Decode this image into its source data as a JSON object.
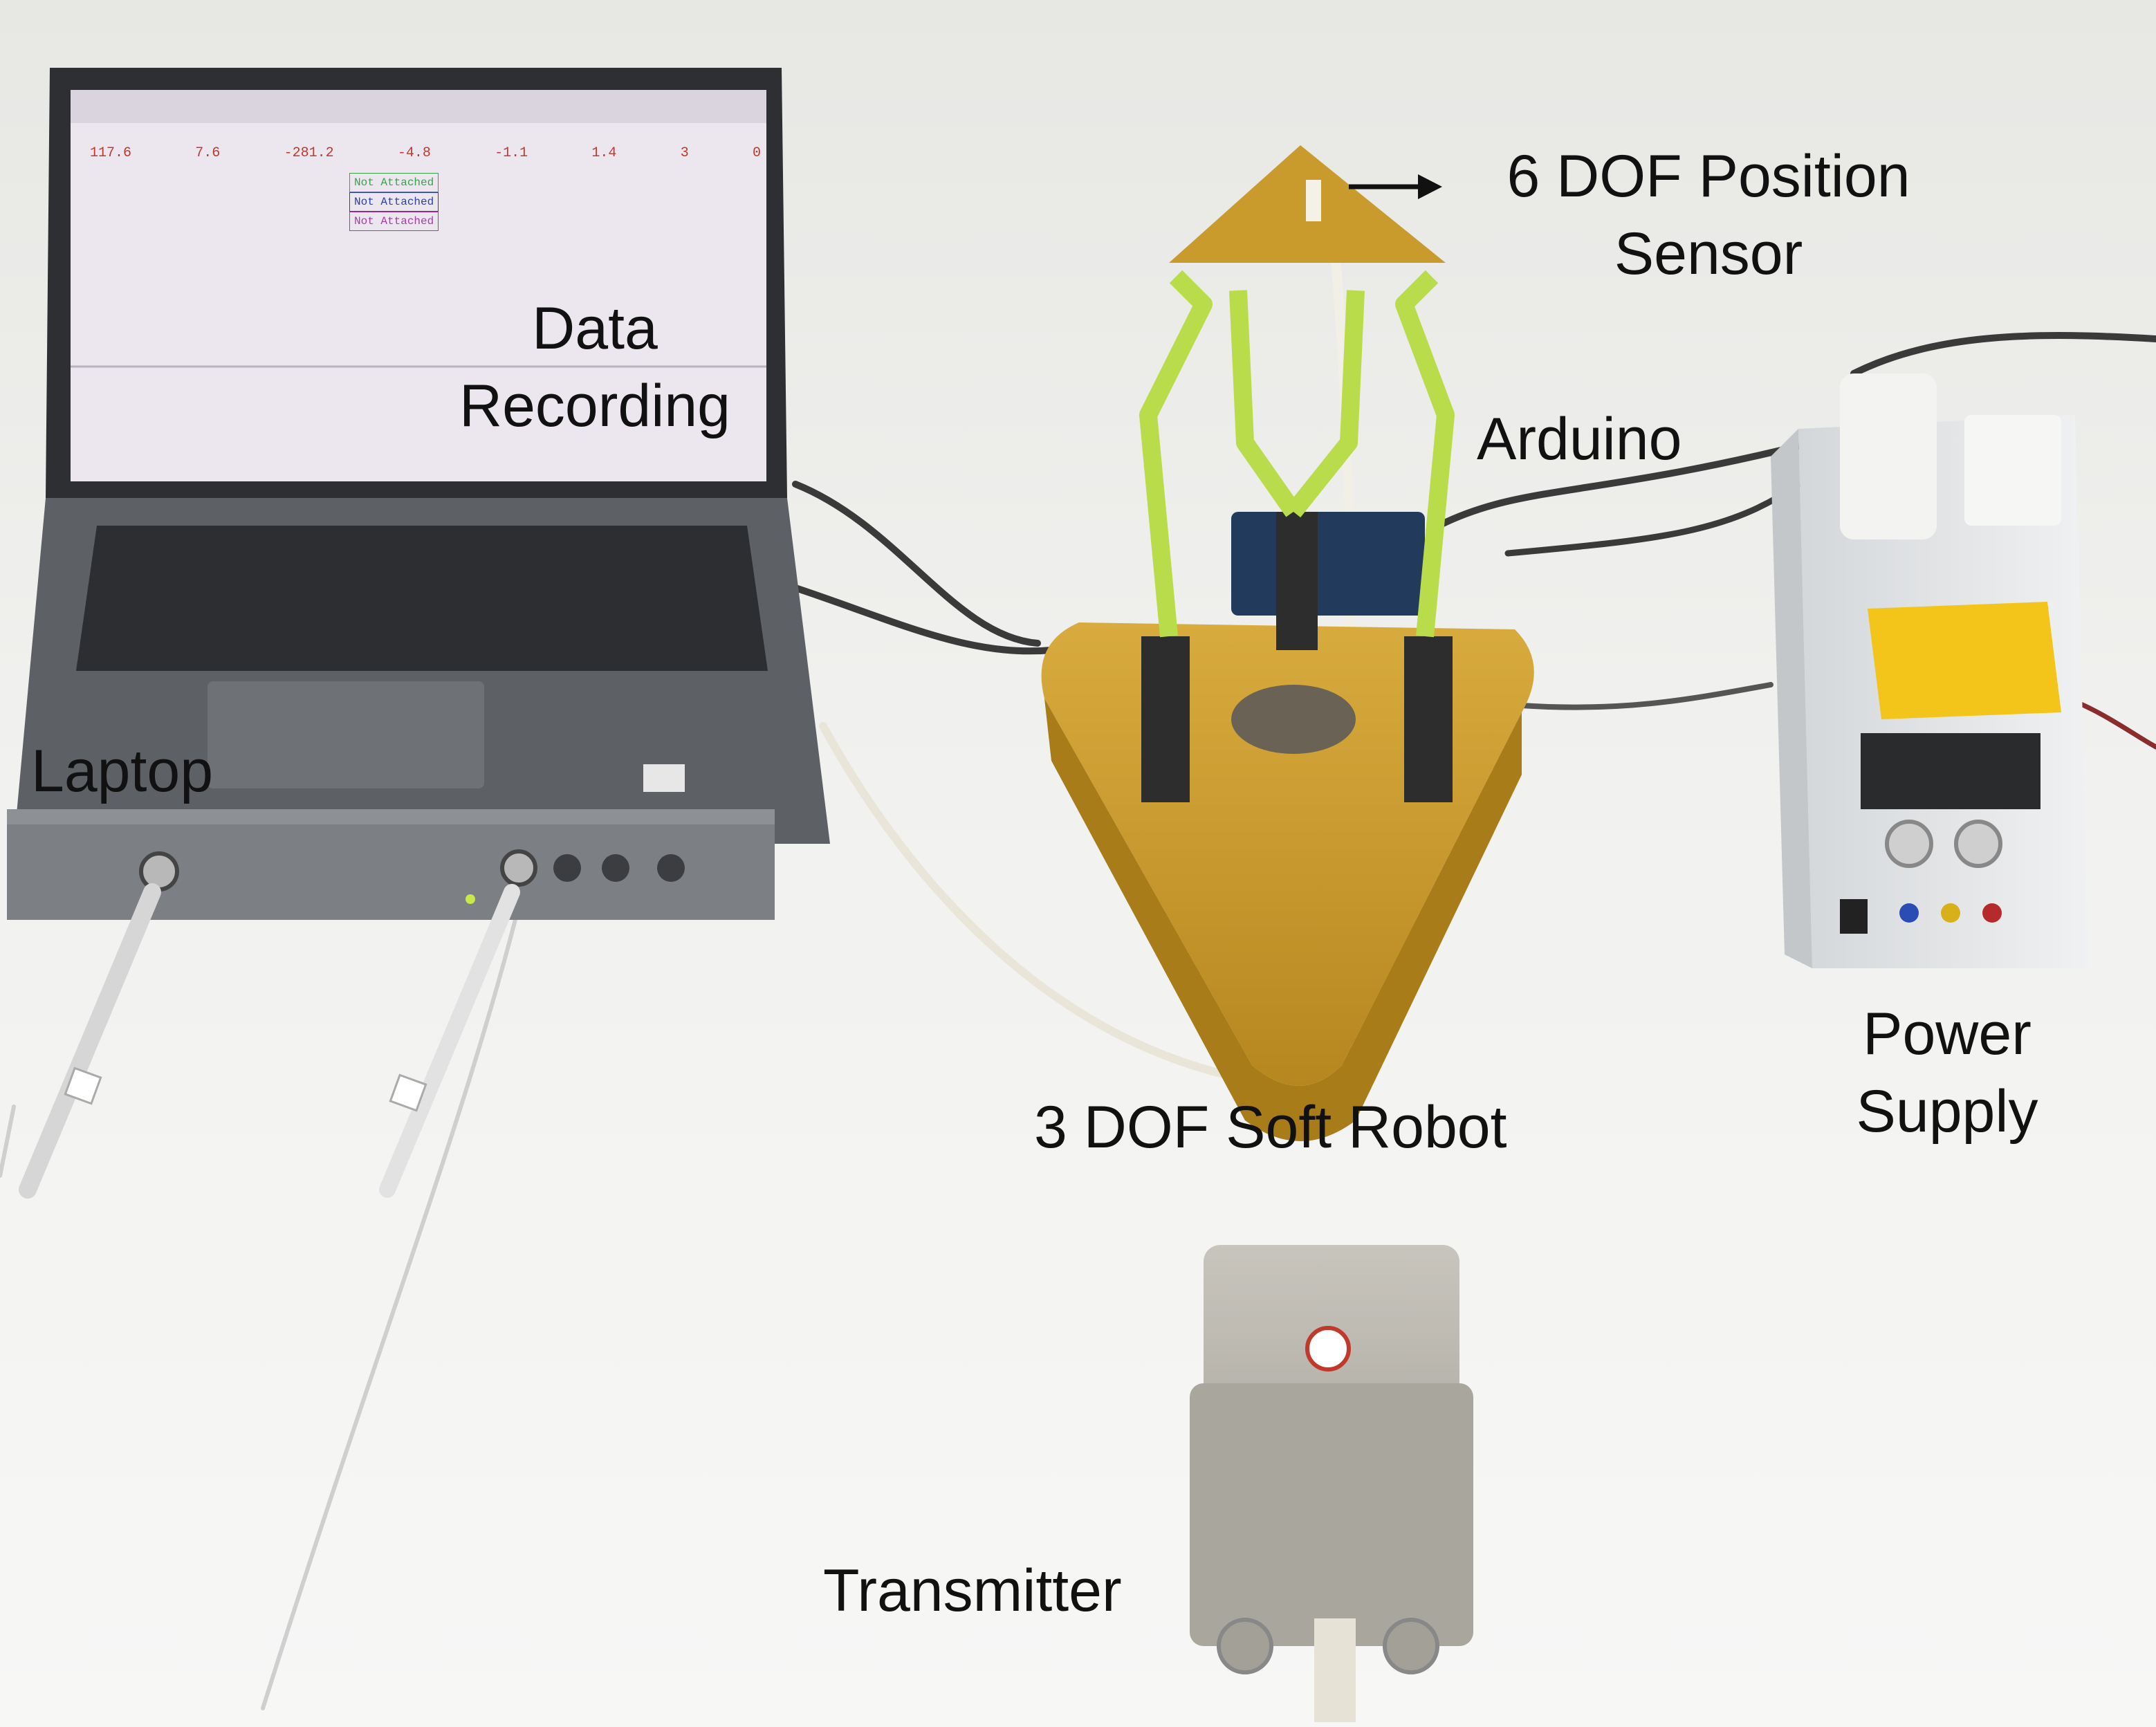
{
  "labels": {
    "laptop": "Laptop",
    "data_recording_line1": "Data",
    "data_recording_line2": "Recording",
    "position_sensor_line1": "6 DOF Position",
    "position_sensor_line2": "Sensor",
    "arduino": "Arduino",
    "soft_robot": "3 DOF Soft Robot",
    "power_supply_line1": "Power",
    "power_supply_line2": "Supply",
    "transmitter": "Transmitter"
  },
  "laptop_screen": {
    "readout_values": [
      "117.6",
      "7.6",
      "-281.2",
      "-4.8",
      "-1.1",
      "1.4",
      "3",
      "0"
    ],
    "sensor_status": [
      "Not Attached",
      "Not Attached",
      "Not Attached"
    ]
  },
  "colors": {
    "background": "#f1f1ef",
    "robot_body": "#c99b2c",
    "robot_legs": "#b9dc4a",
    "laptop_body": "#5d6065",
    "tracker_box": "#7c7f84",
    "power_supply": "#e6e8ea",
    "yellow_clip": "#f3c51a",
    "transmitter": "#b8b5ad"
  }
}
